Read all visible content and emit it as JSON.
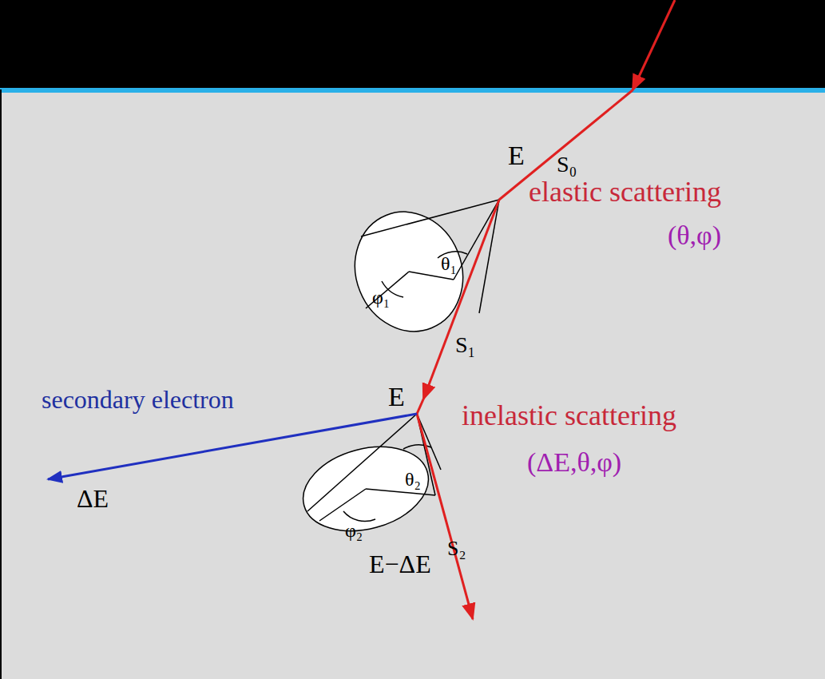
{
  "diagram": {
    "labels": [
      "S₀",
      "E",
      "elastic scattering",
      "(θ,φ)",
      "θ₁",
      "φ₁",
      "S₁",
      "secondary electron",
      "E",
      "inelastic scattering",
      "(ΔE,θ,φ)",
      "ΔE",
      "θ₂",
      "φ₂",
      "S₂",
      "E−ΔE"
    ]
  }
}
